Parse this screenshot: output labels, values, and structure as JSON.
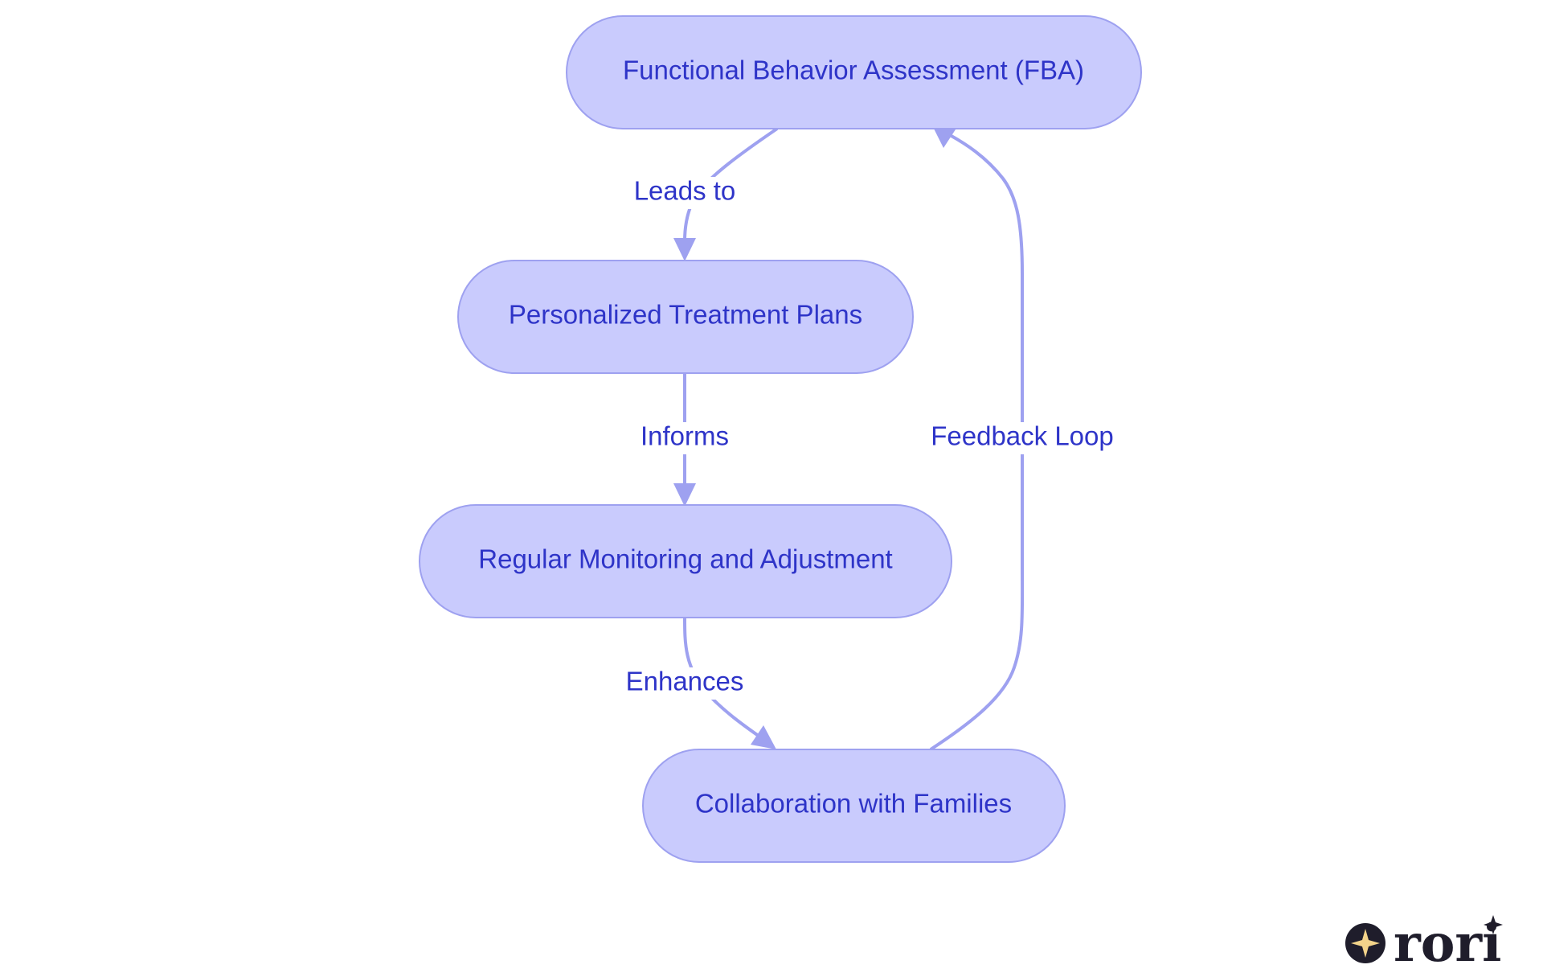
{
  "diagram": {
    "nodes": {
      "fba": {
        "label": "Functional Behavior Assessment (FBA)"
      },
      "plans": {
        "label": "Personalized Treatment Plans"
      },
      "monitoring": {
        "label": "Regular Monitoring and Adjustment"
      },
      "families": {
        "label": "Collaboration with Families"
      }
    },
    "edges": {
      "fba_to_plans": {
        "label": "Leads to"
      },
      "plans_to_monitoring": {
        "label": "Informs"
      },
      "monitoring_to_families": {
        "label": "Enhances"
      },
      "families_to_fba": {
        "label": "Feedback Loop"
      }
    }
  },
  "logo": {
    "text": "rori",
    "icon": "sparkle-icon"
  },
  "colors": {
    "node_fill": "#c9cbfd",
    "node_stroke": "#9ea1f0",
    "text": "#2e34c8",
    "edge": "#9ea1f0",
    "logo_dark": "#1f1d2b",
    "logo_accent": "#f3d38a"
  }
}
